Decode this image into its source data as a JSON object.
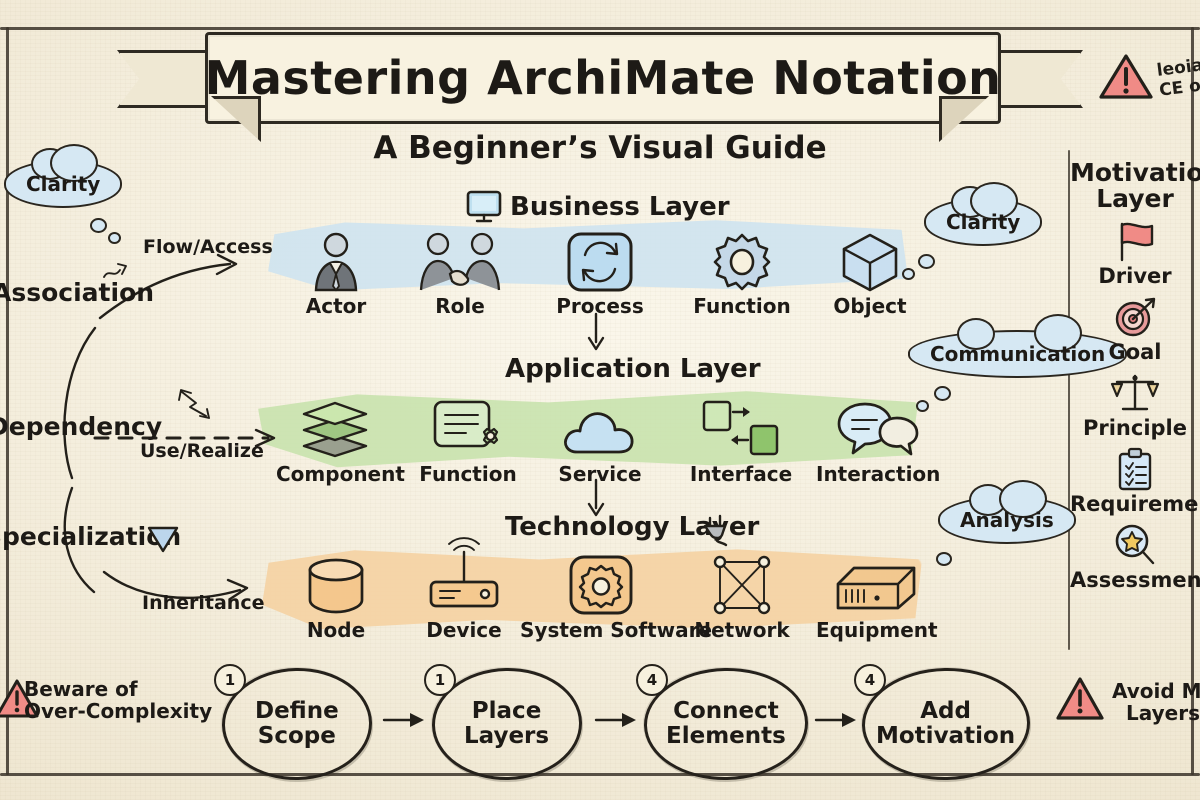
{
  "poster": {
    "title": "Mastering ArchiMate Notation",
    "subtitle": "A Beginner’s Visual Guide",
    "background_color": "#f7f1de",
    "ink_color": "#23201a"
  },
  "relationships": {
    "items": [
      {
        "name": "Association",
        "sub_label": "Flow/Access",
        "icon": "squiggle-arrow-icon"
      },
      {
        "name": "Dependency",
        "sub_label": "Use/Realize",
        "icon": "dashed-arrow-icon"
      },
      {
        "name": "Specialization",
        "sub_label": "Inheritance",
        "icon": "hollow-triangle-icon"
      }
    ]
  },
  "layers": [
    {
      "title": "Business Layer",
      "band_color": "#cfe4f0",
      "title_icon": "monitor-icon",
      "elements": [
        {
          "label": "Actor",
          "icon": "person-suit-icon"
        },
        {
          "label": "Role",
          "icon": "handshake-icon"
        },
        {
          "label": "Process",
          "icon": "cyclic-arrows-icon"
        },
        {
          "label": "Function",
          "icon": "gear-icon"
        },
        {
          "label": "Object",
          "icon": "cube-icon"
        }
      ]
    },
    {
      "title": "Application Layer",
      "band_color": "#c6e2ab",
      "title_icon": "",
      "elements": [
        {
          "label": "Component",
          "icon": "stacked-layers-icon"
        },
        {
          "label": "Function",
          "icon": "document-gear-icon"
        },
        {
          "label": "Service",
          "icon": "cloud-icon"
        },
        {
          "label": "Interface",
          "icon": "two-boxes-arrows-icon"
        },
        {
          "label": "Interaction",
          "icon": "speech-bubbles-icon"
        }
      ]
    },
    {
      "title": "Technology Layer",
      "band_color": "#f6d2a2",
      "title_icon": "power-plug-icon",
      "elements": [
        {
          "label": "Node",
          "icon": "cylinder-icon"
        },
        {
          "label": "Device",
          "icon": "router-antenna-icon"
        },
        {
          "label": "System Software",
          "icon": "gear-rounded-square-icon"
        },
        {
          "label": "Network",
          "icon": "network-mesh-icon"
        },
        {
          "label": "Equipment",
          "icon": "server-box-icon"
        }
      ]
    }
  ],
  "motivation": {
    "title_line1": "Motivation",
    "title_line2": "Layer",
    "items": [
      {
        "label": "Driver",
        "icon": "flag-icon",
        "color": "#ef8d86"
      },
      {
        "label": "Goal",
        "icon": "target-dart-icon",
        "color": "#e59a9a"
      },
      {
        "label": "Principle",
        "icon": "scales-icon",
        "color": "#e8cf9a"
      },
      {
        "label": "Requirement",
        "icon": "clipboard-checklist-icon",
        "color": "#cfe2f2"
      },
      {
        "label": "Assessment",
        "icon": "magnifier-star-icon",
        "color": "#cfe2f2"
      }
    ]
  },
  "bubbles": [
    {
      "text": "Clarity",
      "position": "top-left"
    },
    {
      "text": "Clarity",
      "position": "right-business"
    },
    {
      "text": "Communication",
      "position": "right-application"
    },
    {
      "text": "Analysis",
      "position": "right-technology"
    }
  ],
  "steps": [
    {
      "badge": "1",
      "line1": "Define",
      "line2": "Scope"
    },
    {
      "badge": "1",
      "line1": "Place",
      "line2": "Layers"
    },
    {
      "badge": "4",
      "line1": "Connect",
      "line2": "Elements"
    },
    {
      "badge": "4",
      "line1": "Add",
      "line2": "Motivation"
    }
  ],
  "warnings": {
    "bottom_left": {
      "line1": "Beware of",
      "line2": "Over-Complexity",
      "icon": "warning-triangle-icon",
      "color": "#ef8d86"
    },
    "bottom_right": {
      "line1": "Avoid Mix",
      "line2": "Layers",
      "icon": "warning-triangle-icon",
      "color": "#ef8d86"
    },
    "top_right": {
      "line1": "leoia",
      "line2": "CE o",
      "icon": "warning-triangle-icon",
      "color": "#ef8d86"
    }
  }
}
